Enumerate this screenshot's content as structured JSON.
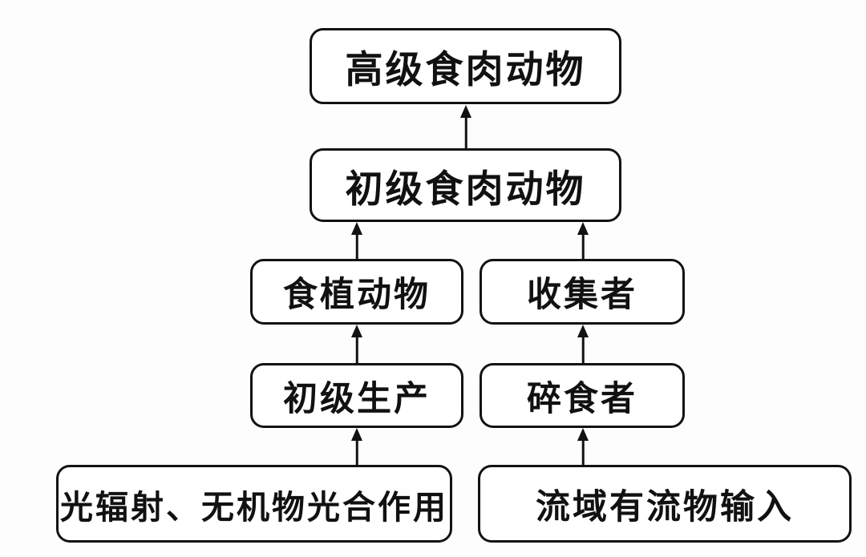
{
  "diagram": {
    "type": "flowchart",
    "nodes": {
      "top_carnivore": {
        "label": "高级食肉动物"
      },
      "primary_carnivore": {
        "label": "初级食肉动物"
      },
      "herbivore": {
        "label": "食植动物"
      },
      "collector": {
        "label": "收集者"
      },
      "primary_production": {
        "label": "初级生产"
      },
      "shredder": {
        "label": "碎食者"
      },
      "light_photosynthesis": {
        "label": "光辐射、无机物光合作用"
      },
      "watershed_input": {
        "label": "流域有流物输入"
      }
    },
    "edges": [
      {
        "from": "primary_carnivore",
        "to": "top_carnivore"
      },
      {
        "from": "herbivore",
        "to": "primary_carnivore"
      },
      {
        "from": "collector",
        "to": "primary_carnivore"
      },
      {
        "from": "primary_production",
        "to": "herbivore"
      },
      {
        "from": "shredder",
        "to": "collector"
      },
      {
        "from": "light_photosynthesis",
        "to": "primary_production"
      },
      {
        "from": "watershed_input",
        "to": "shredder"
      }
    ],
    "colors": {
      "background": "#fdfdfd",
      "box_fill": "#ffffff",
      "border": "#121212",
      "text": "#111111"
    }
  }
}
